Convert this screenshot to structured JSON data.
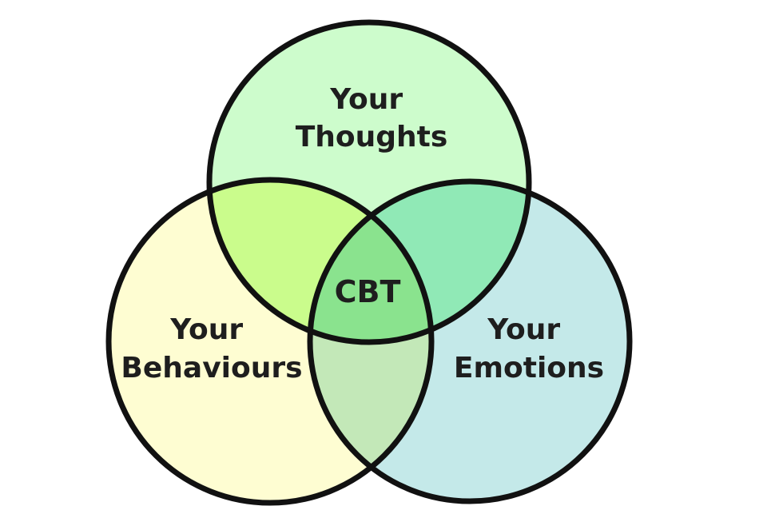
{
  "diagram": {
    "thoughts": {
      "line1": "Your",
      "line2": "Thoughts"
    },
    "behaviours": {
      "line1": "Your",
      "line2": "Behaviours"
    },
    "emotions": {
      "line1": "Your",
      "line2": "Emotions"
    },
    "center": {
      "label": "CBT"
    }
  },
  "colors": {
    "thoughts_fill": "#cdfccc",
    "behaviours_fill": "#fefdd2",
    "emotions_fill": "#c4e9e9",
    "thoughts_behaviours_overlap": "#cafc8c",
    "thoughts_emotions_overlap": "#90e9b6",
    "behaviours_emotions_overlap": "#c3e8b8",
    "center_overlap": "#8ae38e",
    "outline": "#111111"
  }
}
